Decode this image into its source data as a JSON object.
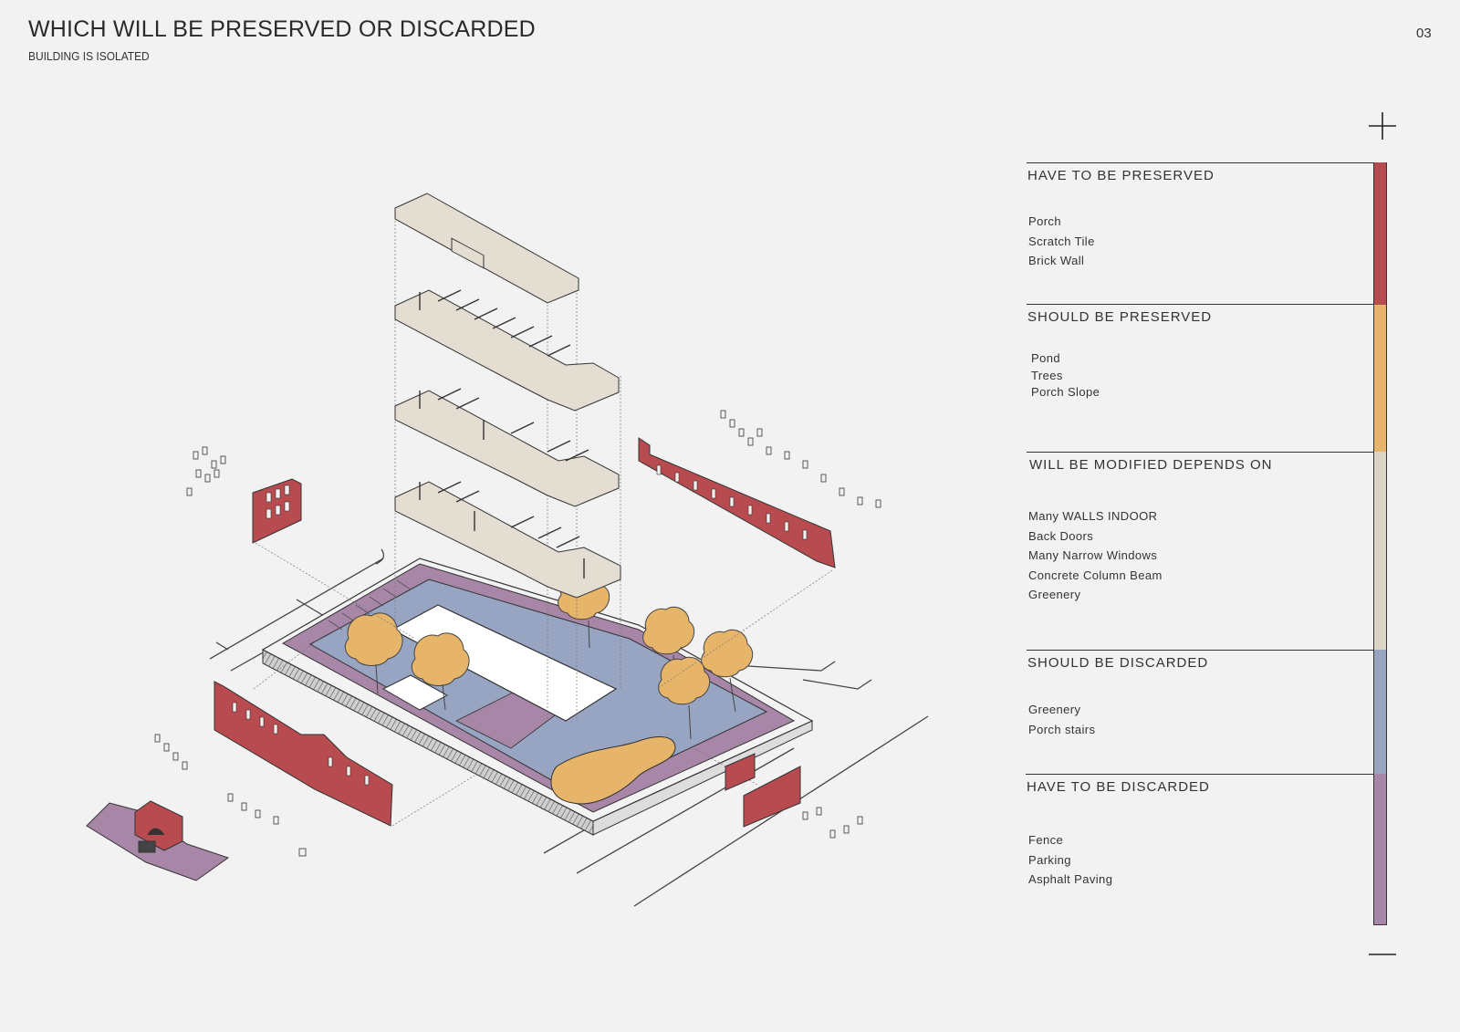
{
  "header": {
    "title": "WHICH WILL BE PRESERVED OR DISCARDED",
    "subtitle": "BUILDING IS ISOLATED",
    "page_number": "03"
  },
  "colors": {
    "background": "#f2f2f2",
    "have_to_be_preserved": "#b84b4f",
    "should_be_preserved": "#e6b56a",
    "will_be_modified": "#dcd5c7",
    "should_be_discarded": "#97a5c2",
    "have_to_be_discarded": "#a786a7"
  },
  "controls": {
    "zoom_in_icon": "plus-icon",
    "zoom_out_icon": "minus-icon"
  },
  "legend": [
    {
      "heading": "HAVE TO BE PRESERVED",
      "color": "#b84b4f",
      "items": [
        "Porch",
        "Scratch Tile",
        "Brick Wall"
      ]
    },
    {
      "heading": "SHOULD BE PRESERVED",
      "color": "#e6b56a",
      "items": [
        "Pond",
        "Trees",
        "Porch Slope"
      ]
    },
    {
      "heading": "WILL BE MODIFIED DEPENDS ON",
      "color": "#dcd5c7",
      "items": [
        "Many WALLS INDOOR",
        "Back Doors",
        "Many Narrow Windows",
        "Concrete Column Beam",
        "Greenery"
      ]
    },
    {
      "heading": "SHOULD BE DISCARDED",
      "color": "#97a5c2",
      "items": [
        "Greenery",
        "Porch stairs"
      ]
    },
    {
      "heading": "HAVE TO BE DISCARDED",
      "color": "#a786a7",
      "items": [
        "Fence",
        "Parking",
        "Asphalt Paving"
      ]
    }
  ]
}
